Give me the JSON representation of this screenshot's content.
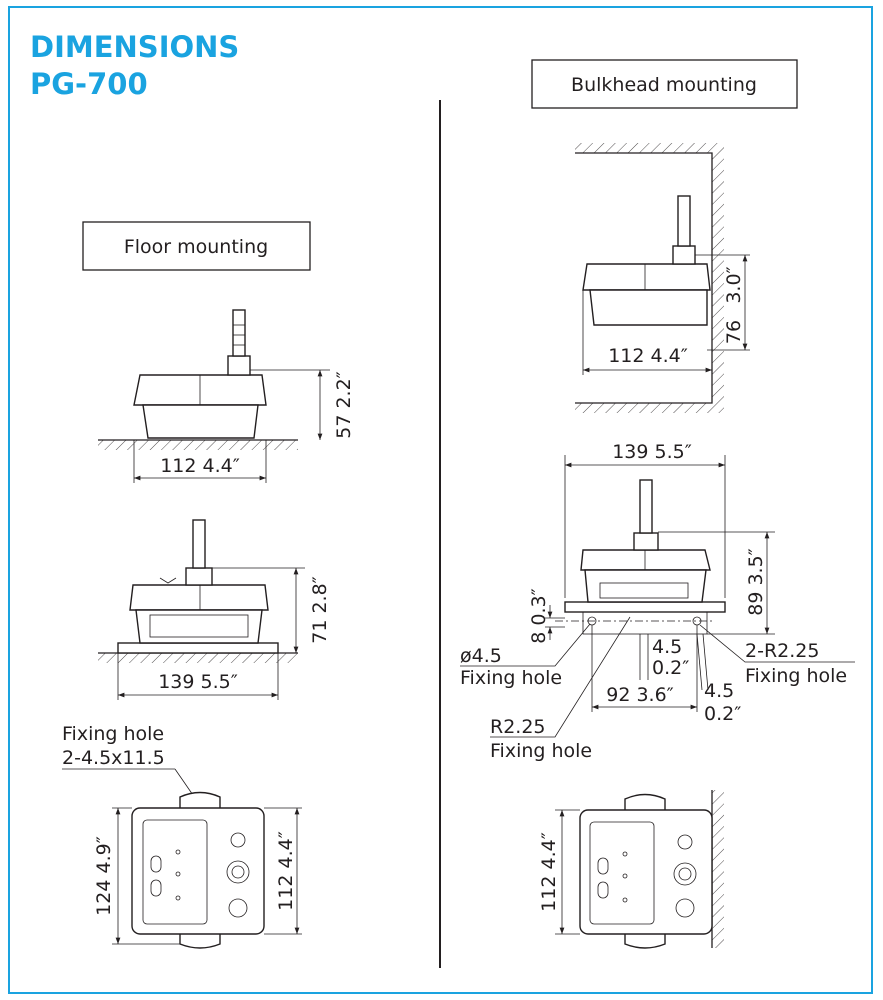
{
  "header": {
    "title_line1": "DIMENSIONS",
    "title_line2": "PG-700"
  },
  "colors": {
    "accent": "#1aa3e0",
    "ink": "#231f20"
  },
  "floor": {
    "label": "Floor mounting",
    "side_width": "112  4.4″",
    "side_height": "57  2.2″",
    "front_height": "71  2.8″",
    "front_width": "139  5.5″",
    "hole_label": "Fixing hole",
    "hole_spec": "2-4.5x11.5",
    "top_height": "124  4.9″",
    "top_width": "112  4.4″"
  },
  "bulkhead": {
    "label": "Bulkhead mounting",
    "side_height_in": "3.0″",
    "side_height_mm": "76",
    "side_width": "112  4.4″",
    "front_width": "139  5.5″",
    "front_height": "89  3.5″",
    "base_height": "8  0.3″",
    "hole1_size": "ø4.5",
    "hole1_label": "Fixing hole",
    "center_offset": "4.5",
    "center_offset_in": "0.2″",
    "hole2_size": "2-R2.25",
    "hole2_label": "Fixing hole",
    "spacing": "92  3.6″",
    "edge_offset": "4.5",
    "edge_offset_in": "0.2″",
    "hole3_size": "R2.25",
    "hole3_label": "Fixing hole",
    "top_width": "112  4.4″"
  }
}
